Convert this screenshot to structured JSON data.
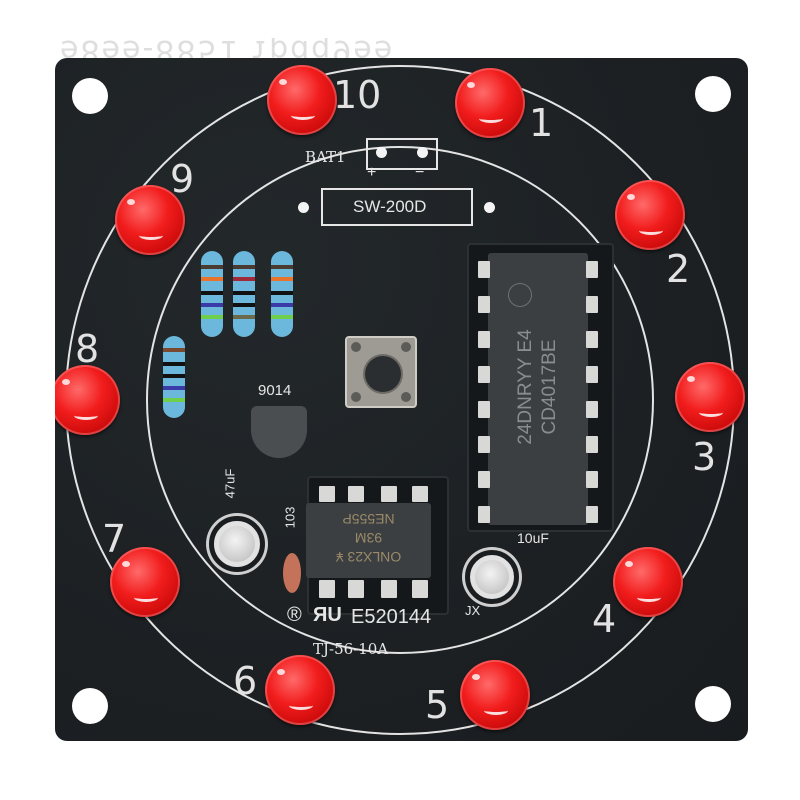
{
  "image": {
    "subject": "Black PCB electronic kit with circular ring of 10 red LEDs (LED roulette / chaser)",
    "top_edge_text": "ɘ8ɘɘ-8851 ɿpdq9ɘɘ",
    "board": {
      "color": "#1d2124",
      "silkscreen_color": "#e6e6e6",
      "led_color": "#ee1a1a"
    },
    "led_numbers": [
      "10",
      "1",
      "2",
      "3",
      "4",
      "5",
      "6",
      "7",
      "8",
      "9"
    ],
    "silkscreen": {
      "battery_label": "BAT1",
      "battery_plus": "+",
      "battery_minus": "−",
      "switch_label": "SW-200D",
      "transistor_label": "9014",
      "cap_47_label": "47uF",
      "cap_103_label": "103",
      "cap_10_label": "10uF",
      "jx_label": "JX",
      "ul_registered": "®",
      "ul_mark": "ЯU",
      "ul_number": "E520144",
      "board_model": "TJ-56-10A"
    },
    "chips": {
      "counter": {
        "line1": "24DNRYY E4",
        "line2": "CD4017BE",
        "pins": 16
      },
      "timer": {
        "line1": "ONLX23 ¥",
        "line2": "93M",
        "line3": "NE555P",
        "pins": 8
      }
    },
    "resistors": 4,
    "tactile_button": 1
  }
}
